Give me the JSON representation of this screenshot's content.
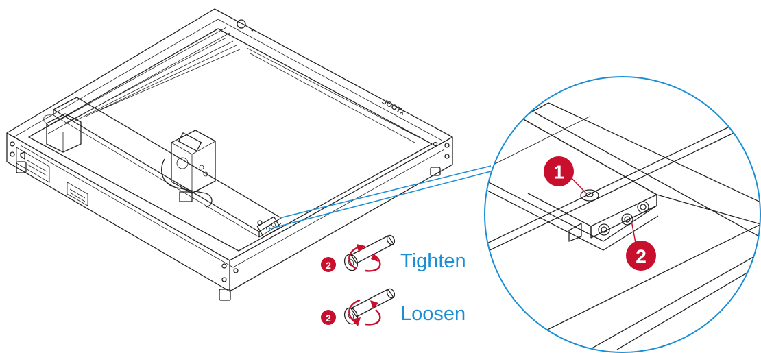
{
  "brand_mark": "xTOOL",
  "callouts": {
    "detail_1": "1",
    "detail_2": "2"
  },
  "instructions": [
    {
      "badge": "2",
      "label": "Tighten",
      "rotation": "clockwise"
    },
    {
      "badge": "2",
      "label": "Loosen",
      "rotation": "counterclockwise"
    }
  ],
  "colors": {
    "accent_blue": "#1a8fd6",
    "badge_red": "#c8102e",
    "line": "#222222"
  }
}
